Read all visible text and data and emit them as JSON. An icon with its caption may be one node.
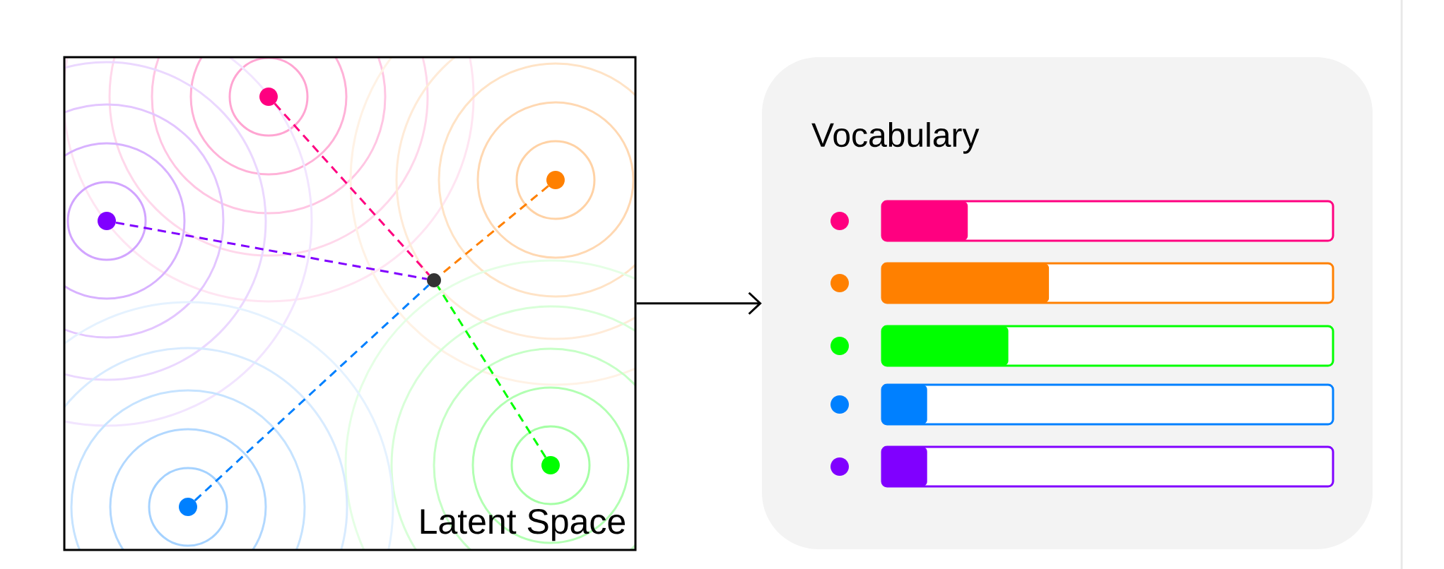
{
  "diagram": {
    "nodes": [
      {
        "text": [
          "Latent Space"
        ]
      },
      {
        "text": [],
        "shape": "circle",
        "in": 0
      },
      {
        "text": [],
        "shape": "circle",
        "in": 0
      },
      {
        "text": [],
        "shape": "circle",
        "in": 0
      },
      {
        "text": [],
        "shape": "circle",
        "in": 0
      },
      {
        "text": [],
        "shape": "circle",
        "in": 0
      },
      {
        "text": [],
        "shape": "circle",
        "in": 0
      },
      {
        "text": [
          "Vocabulary"
        ]
      },
      {
        "text": [],
        "shape": "circle",
        "in": 7
      },
      {
        "text": [],
        "shape": "bar",
        "in": 7
      },
      {
        "text": [],
        "shape": "circle",
        "in": 7
      },
      {
        "text": [],
        "shape": "bar",
        "in": 7
      },
      {
        "text": [],
        "shape": "circle",
        "in": 7
      },
      {
        "text": [],
        "shape": "bar",
        "in": 7
      },
      {
        "text": [],
        "shape": "circle",
        "in": 7
      },
      {
        "text": [],
        "shape": "bar",
        "in": 7
      },
      {
        "text": [],
        "shape": "circle",
        "in": 7
      },
      {
        "text": [],
        "shape": "bar",
        "in": 7
      }
    ],
    "edges": [
      {
        "from": 1,
        "to": 4,
        "arrow": "none",
        "style": "dashed",
        "color": "#ff0080"
      },
      {
        "from": 2,
        "to": 4,
        "arrow": "none",
        "style": "dashed",
        "color": "#ff8000"
      },
      {
        "from": 3,
        "to": 4,
        "arrow": "none",
        "style": "dashed",
        "color": "#8000ff"
      },
      {
        "from": 5,
        "to": 4,
        "arrow": "none",
        "style": "dashed",
        "color": "#00ff00"
      },
      {
        "from": 6,
        "to": 4,
        "arrow": "none",
        "style": "dashed",
        "color": "#0080ff"
      },
      {
        "from": 0,
        "to": 7,
        "arrow": "to",
        "color": "#000000"
      }
    ]
  }
}
